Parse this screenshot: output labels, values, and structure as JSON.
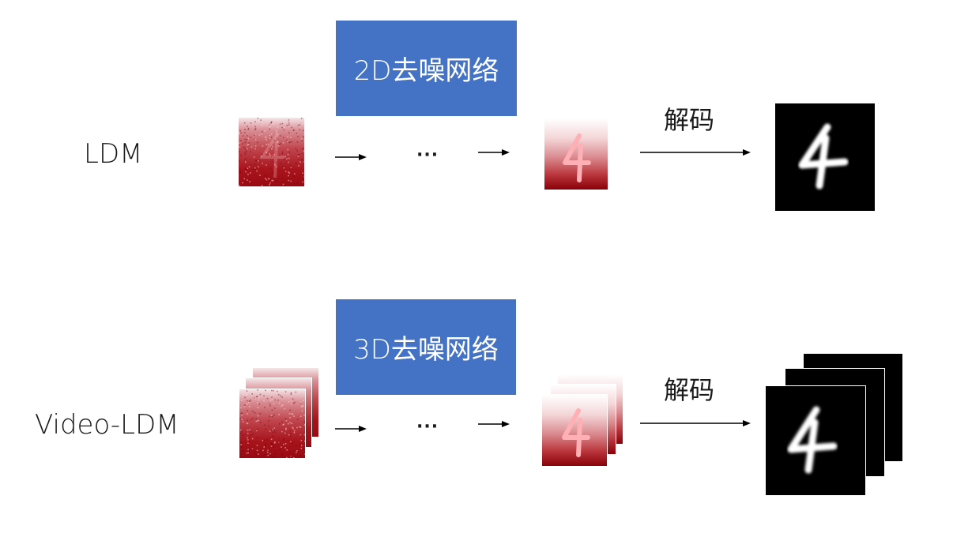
{
  "rows": [
    {
      "label": "LDM",
      "network_label": "2D去噪网络",
      "ellipsis": "···",
      "decode_label": "解码"
    },
    {
      "label": "Video-LDM",
      "network_label": "3D去噪网络",
      "ellipsis": "···",
      "decode_label": "解码"
    }
  ],
  "colors": {
    "network_box": "#4472c4",
    "latent_red": "#a8141c",
    "output_bg": "#000000"
  },
  "digit_shown": "4"
}
